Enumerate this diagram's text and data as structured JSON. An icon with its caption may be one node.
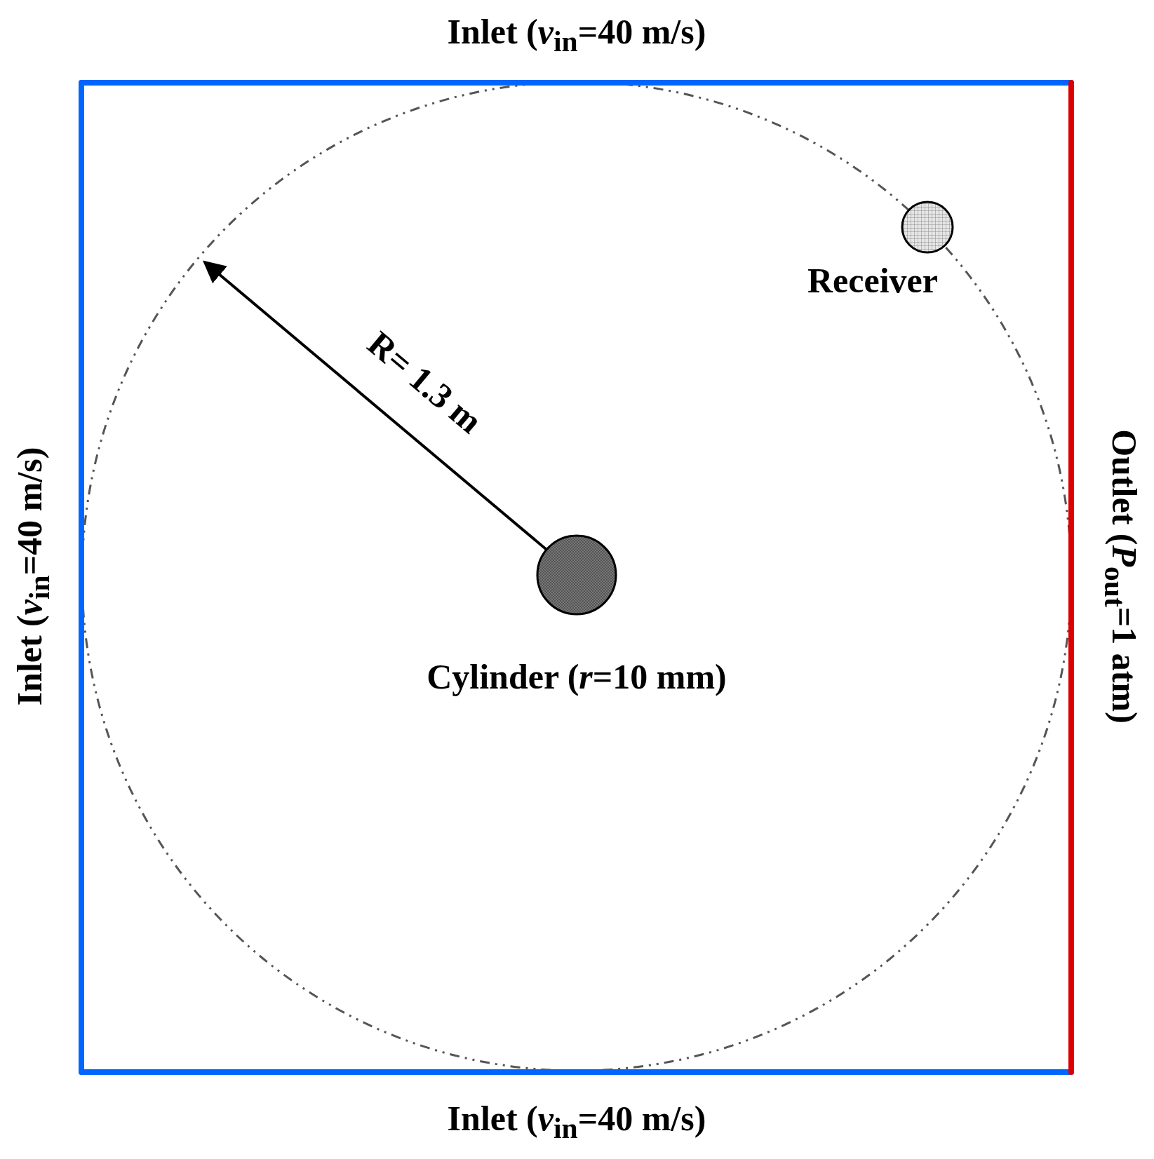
{
  "diagram": {
    "nodes": [
      {
        "text": [
          "Receiver"
        ]
      },
      {
        "text": [
          "Cylinder (*r*=10 mm)"
        ]
      }
    ],
    "labels": [
      "Inlet (*v*$_{in}$=40 m/s)",
      "R= 1.3 m",
      "Inlet (*v*$_{in}$=40 m/s)",
      "Outlet (*P*$_{out}$=1 atm)",
      "Inlet (*v*$_{in}$=40 m/s)"
    ]
  }
}
